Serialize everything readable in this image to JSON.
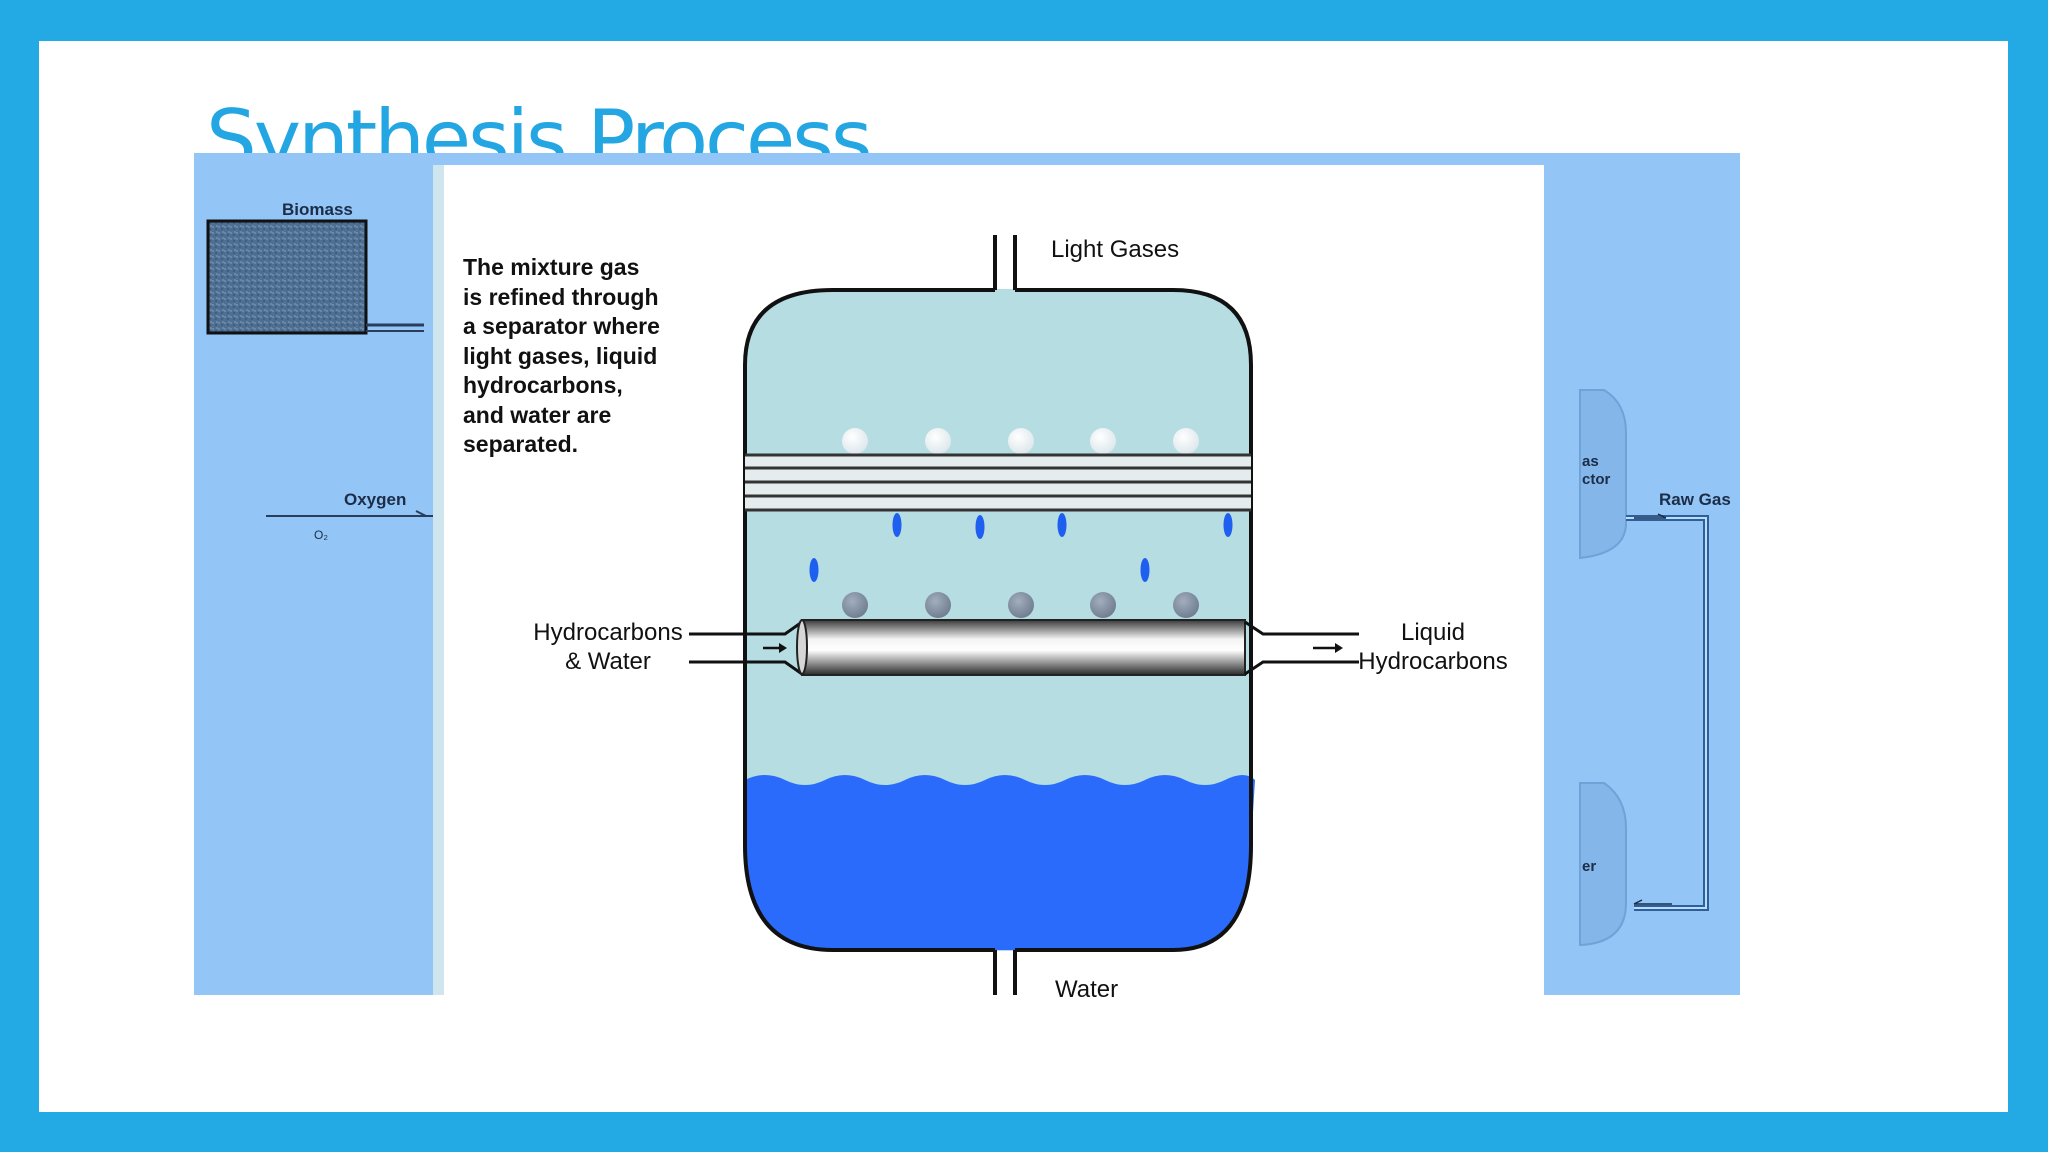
{
  "slide": {
    "title": "Synthesis Process"
  },
  "background_diagram": {
    "biomass_label": "Biomass",
    "oxygen_label": "Oxygen",
    "oxygen_formula": "O₂",
    "raw_gas_label": "Raw Gas",
    "partial_label_1": "as",
    "partial_label_2": "ctor",
    "partial_label_3": "er"
  },
  "separator_diagram": {
    "caption": "The mixture gas\nis refined through\na separator where\nlight gases, liquid\nhydrocarbons,\nand water are\nseparated.",
    "light_gases_label": "Light Gases",
    "inlet_label_line1": "Hydrocarbons",
    "inlet_label_line2": "& Water",
    "outlet_label_line1": "Liquid",
    "outlet_label_line2": "Hydrocarbons",
    "water_label": "Water",
    "colors": {
      "vessel_fill": "#b5dde2",
      "water_fill": "#2b6bfb",
      "droplet": "#1f5ff0",
      "bubble_light": "#e9f1f3",
      "bubble_dark": "#7c8b9c"
    }
  }
}
